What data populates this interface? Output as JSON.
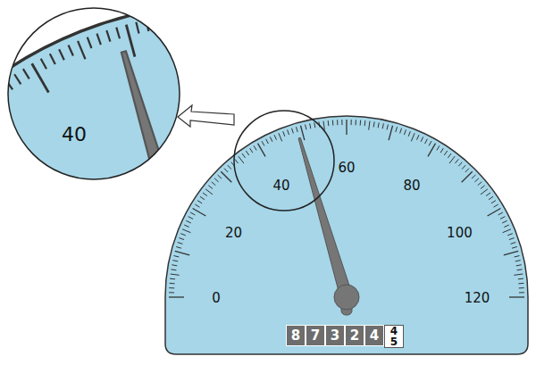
{
  "diagram": {
    "nodes": [
      {
        "text": [
          "40"
        ]
      },
      {
        "text": [
          "8"
        ]
      },
      {
        "text": [
          "7"
        ]
      },
      {
        "text": [
          "3"
        ]
      },
      {
        "text": [
          "2"
        ]
      },
      {
        "text": [
          "4"
        ]
      },
      {
        "text": [
          "4",
          "5"
        ]
      }
    ],
    "labels": [
      "0",
      "20",
      "40",
      "60",
      "80",
      "100",
      "120"
    ]
  }
}
